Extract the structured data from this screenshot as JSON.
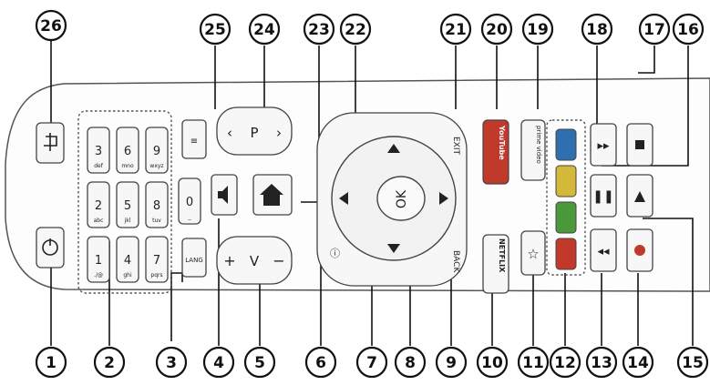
{
  "callouts": [
    {
      "number": "1"
    },
    {
      "number": "2"
    },
    {
      "number": "3"
    },
    {
      "number": "4"
    },
    {
      "number": "5"
    },
    {
      "number": "6"
    },
    {
      "number": "7"
    },
    {
      "number": "8"
    },
    {
      "number": "9"
    },
    {
      "number": "10"
    },
    {
      "number": "11"
    },
    {
      "number": "12"
    },
    {
      "number": "13"
    },
    {
      "number": "14"
    },
    {
      "number": "15"
    },
    {
      "number": "16"
    },
    {
      "number": "17"
    },
    {
      "number": "18"
    },
    {
      "number": "19"
    },
    {
      "number": "20"
    },
    {
      "number": "21"
    },
    {
      "number": "22"
    },
    {
      "number": "23"
    },
    {
      "number": "24"
    },
    {
      "number": "25"
    },
    {
      "number": "26"
    }
  ],
  "remote": {
    "body_color": "#fdfdfd",
    "outline_color": "#555555",
    "youtube_color": "#c0392b",
    "color_keys": [
      "#c0392b",
      "#4a9a3c",
      "#d4b83a",
      "#2f6fb0"
    ],
    "number_keys": [
      {
        "digit": "1",
        "sub": "./@"
      },
      {
        "digit": "2",
        "sub": "abc"
      },
      {
        "digit": "3",
        "sub": "def"
      },
      {
        "digit": "4",
        "sub": "ghi"
      },
      {
        "digit": "5",
        "sub": "jkl"
      },
      {
        "digit": "6",
        "sub": "mno"
      },
      {
        "digit": "7",
        "sub": "pqrs"
      },
      {
        "digit": "8",
        "sub": "tuv"
      },
      {
        "digit": "9",
        "sub": "wxyz"
      },
      {
        "digit": "0",
        "sub": "_"
      }
    ],
    "labels": {
      "ok": "OK",
      "exit": "EXIT",
      "back": "BACK",
      "netflix": "NETFLIX",
      "youtube": "YouTube",
      "prime_video": "prime video",
      "program": "P",
      "volume": "V",
      "plus": "+",
      "minus": "−",
      "lang": "LANG"
    }
  }
}
